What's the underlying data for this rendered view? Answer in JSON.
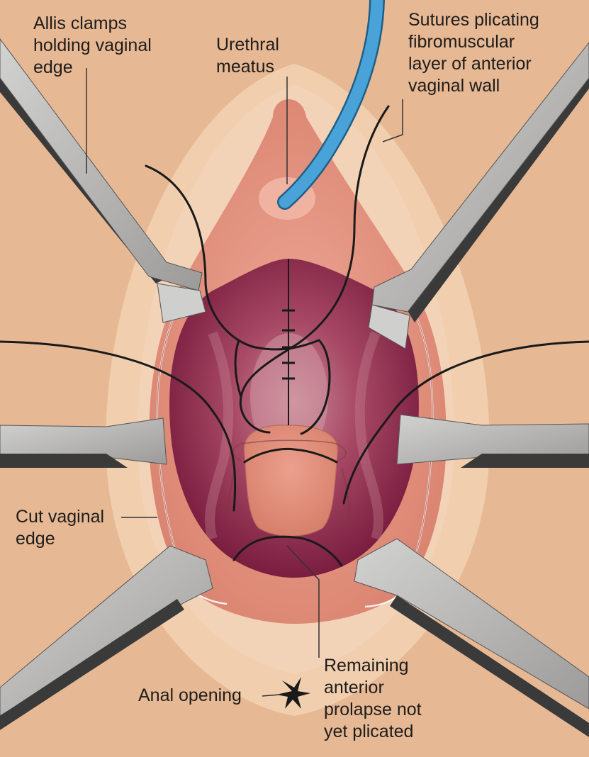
{
  "figure": {
    "labels": {
      "allis_clamps": "Allis clamps\nholding vaginal\nedge",
      "urethral_meatus": "Urethral\nmeatus",
      "sutures": "Sutures plicating\nfibromuscular\nlayer of anterior\nvaginal wall",
      "cut_edge": "Cut vaginal\nedge",
      "remaining_prolapse": "Remaining\nanterior\nprolapse not\nyet plicated",
      "anal_opening": "Anal opening"
    },
    "colors": {
      "skin": "#e7b894",
      "skin_light": "#f1cfae",
      "labia": "#f3d3b7",
      "mucosa": "#e3937e",
      "mucosa_light": "#eda895",
      "cavity_dark": "#7a1d3f",
      "cavity_mid": "#a84a66",
      "cavity_light": "#c98a98",
      "clamp": "#b9b8b6",
      "clamp_shadow": "#3a3a3a",
      "catheter": "#4aa3d8",
      "suture": "#1a1a1a",
      "leader": "#333333"
    }
  }
}
